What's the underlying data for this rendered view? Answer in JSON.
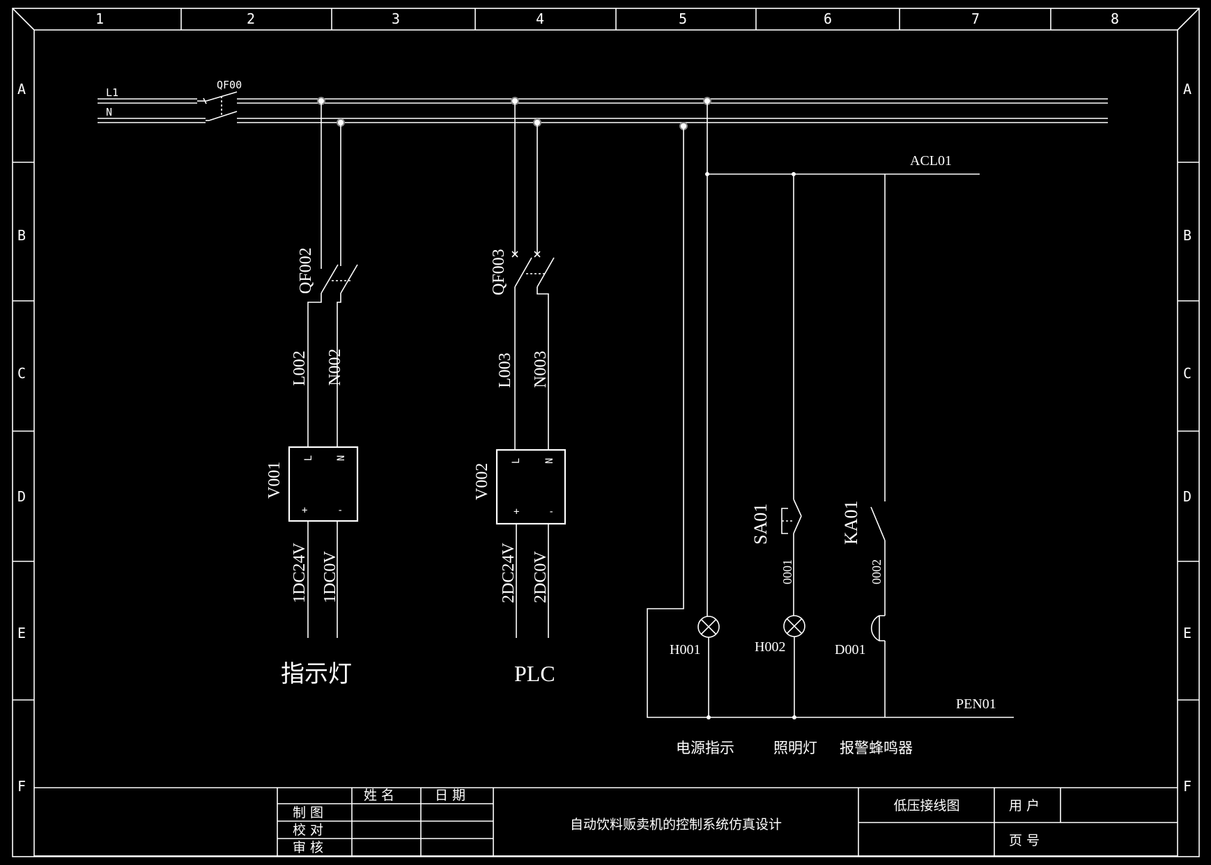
{
  "border": {
    "columns": [
      "1",
      "2",
      "3",
      "4",
      "5",
      "6",
      "7",
      "8"
    ],
    "rows": [
      "A",
      "B",
      "C",
      "D",
      "E",
      "F"
    ]
  },
  "supply": {
    "l1": "L1",
    "n": "N",
    "main_breaker": "QF00"
  },
  "circuits": {
    "indicator": {
      "breaker": "QF002",
      "line_l": "L002",
      "line_n": "N002",
      "psu": "V001",
      "psu_l": "L",
      "psu_n": "N",
      "psu_plus": "+",
      "psu_minus": "-",
      "out_plus": "1DC24V",
      "out_minus": "1DC0V",
      "caption": "指示灯"
    },
    "plc": {
      "breaker": "QF003",
      "line_l": "L003",
      "line_n": "N003",
      "psu": "V002",
      "psu_l": "L",
      "psu_n": "N",
      "psu_plus": "+",
      "psu_minus": "-",
      "out_plus": "2DC24V",
      "out_minus": "2DC0V",
      "caption": "PLC"
    },
    "ac_bus": "ACL01",
    "pe_bus": "PEN01",
    "branches": [
      {
        "switch": "",
        "wire": "",
        "device": "H001",
        "caption": "电源指示"
      },
      {
        "switch": "SA01",
        "wire": "0001",
        "device": "H002",
        "caption": "照明灯"
      },
      {
        "switch": "KA01",
        "wire": "0002",
        "device": "D001",
        "caption": "报警蜂鸣器"
      }
    ]
  },
  "title_block": {
    "col_name": "姓 名",
    "col_date": "日 期",
    "row_draw": "制 图",
    "row_check": "校 对",
    "row_review": "审 核",
    "project": "自动饮料贩卖机的控制系统仿真设计",
    "drawing_title": "低压接线图",
    "user_label": "用 户",
    "page_label": "页 号"
  }
}
